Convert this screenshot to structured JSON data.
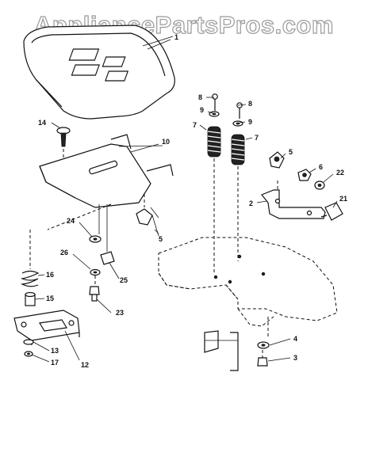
{
  "watermark": "AppliancePartsPros.com",
  "callouts": {
    "seat": "1",
    "bracket_left": "2",
    "bolt_bottom": "3",
    "washer_bottom": "4",
    "knob_right": "5",
    "knob_left": "5",
    "nut_right": "6",
    "spring_left": "7",
    "spring_right": "7",
    "pin_left": "8",
    "pin_right": "8",
    "washer_left": "9",
    "washer_right": "9",
    "seat_pan": "10",
    "hinge_plate": "12",
    "spacer_13": "13",
    "carriage_bolt": "14",
    "bushing": "15",
    "spring_16": "16",
    "nut_17": "17",
    "bolt_21": "21",
    "washer_22": "22",
    "bolt_23": "23",
    "washer_24": "24",
    "bolt_25": "25",
    "washer_26": "26"
  }
}
